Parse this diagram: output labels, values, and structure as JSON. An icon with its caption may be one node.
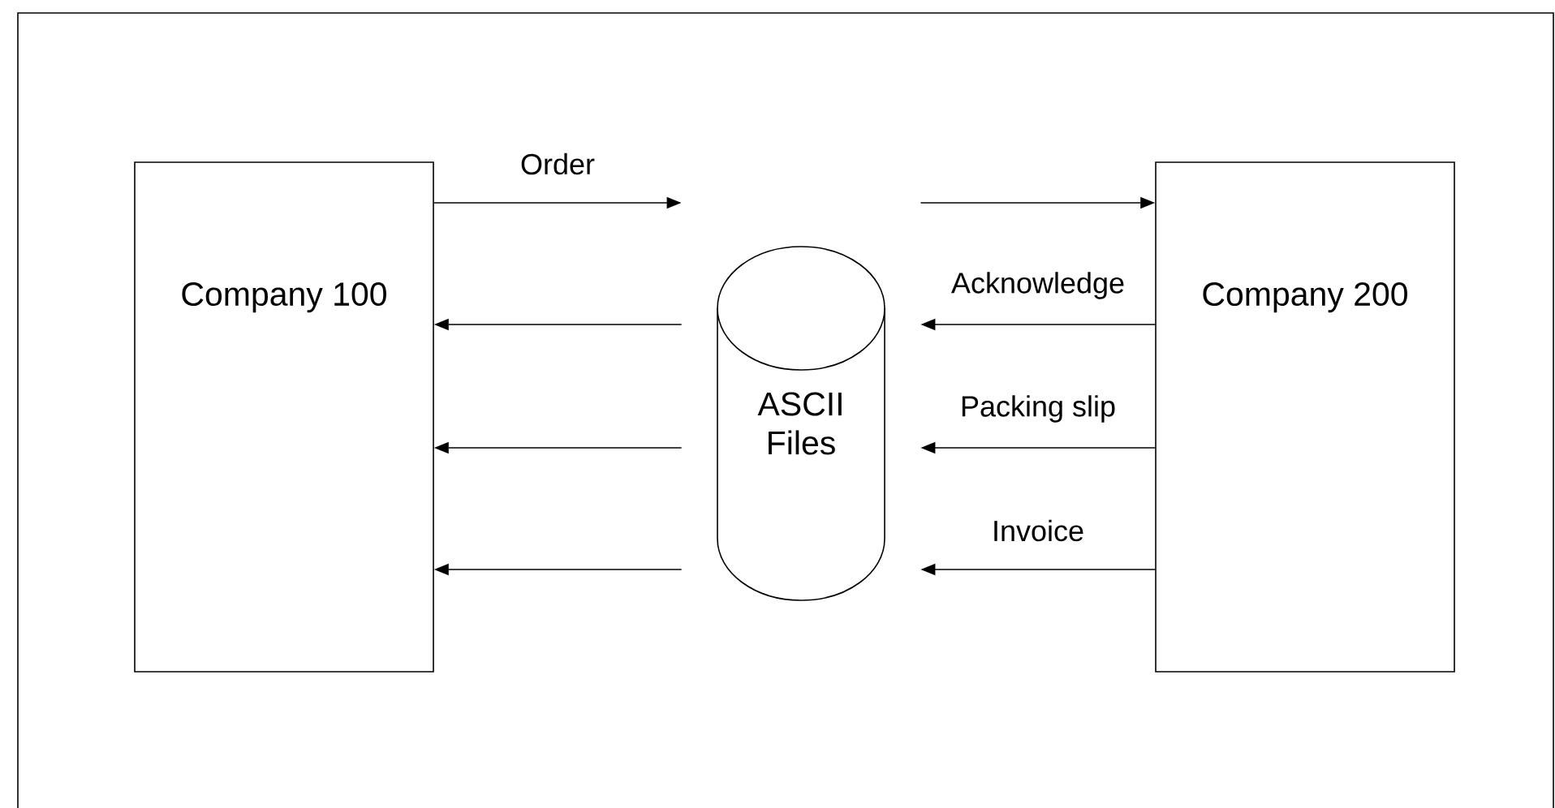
{
  "diagram": {
    "nodes": [
      {
        "text": [
          "Company 100"
        ]
      },
      {
        "text": [
          "ASCII Files"
        ]
      },
      {
        "text": [
          "Company 200"
        ]
      }
    ],
    "edges": [
      {
        "from": 0,
        "to": 1,
        "arrow": "to",
        "label": "Order"
      },
      {
        "from": 1,
        "to": 2,
        "arrow": "to"
      },
      {
        "from": 2,
        "to": 1,
        "arrow": "to",
        "label": "Acknowledge"
      },
      {
        "from": 1,
        "to": 0,
        "arrow": "to"
      },
      {
        "from": 2,
        "to": 1,
        "arrow": "to",
        "label": "Packing slip"
      },
      {
        "from": 1,
        "to": 0,
        "arrow": "to"
      },
      {
        "from": 2,
        "to": 1,
        "arrow": "to",
        "label": "Invoice"
      },
      {
        "from": 1,
        "to": 0,
        "arrow": "to"
      }
    ]
  }
}
